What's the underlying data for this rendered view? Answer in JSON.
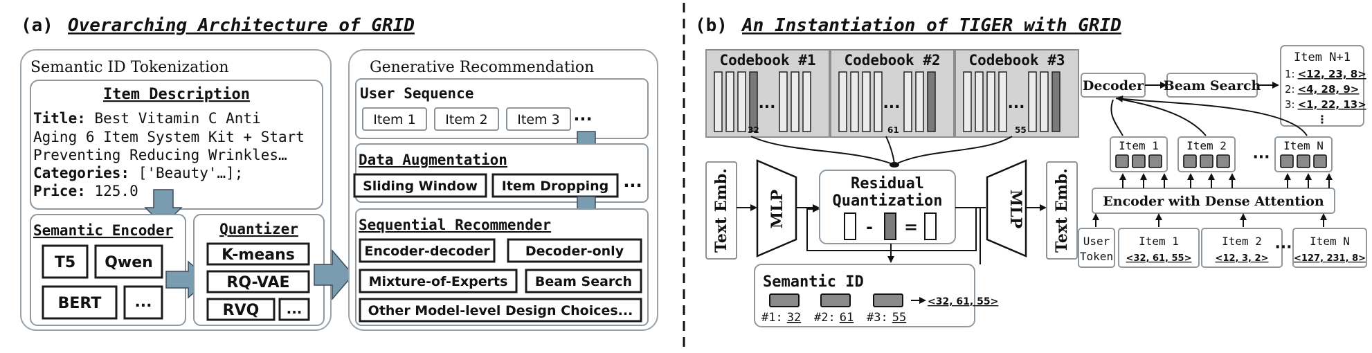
{
  "left": {
    "label": "(a)",
    "title": "Overarching Architecture of GRID",
    "tokenization": {
      "title": "Semantic ID Tokenization",
      "item_description": {
        "title": "Item Description",
        "title_key": "Title:",
        "title_line1": " Best Vitamin C Anti",
        "title_line2": "Aging 6 Item System Kit + Start",
        "title_line3": "Preventing Reducing Wrinkles…",
        "categories_key": "Categories:",
        "categories_val": " ['Beauty'…];",
        "price_key": "Price:",
        "price_val": " 125.0"
      },
      "semantic_encoder": {
        "title": "Semantic Encoder",
        "items": [
          "T5",
          "Qwen",
          "BERT",
          "..."
        ]
      },
      "quantizer": {
        "title": "Quantizer",
        "items": [
          "K-means",
          "RQ-VAE",
          "RVQ",
          "..."
        ]
      }
    },
    "generative": {
      "title": "Generative Recommendation",
      "user_sequence": {
        "title": "User Sequence",
        "items": [
          "Item 1",
          "Item 2",
          "Item 3"
        ],
        "ellipsis": "···"
      },
      "data_augmentation": {
        "title": "Data Augmentation",
        "items": [
          "Sliding Window",
          "Item Dropping"
        ],
        "ellipsis": "···"
      },
      "sequential_recommender": {
        "title": "Sequential Recommender",
        "items": [
          "Encoder-decoder",
          "Decoder-only",
          "Mixture-of-Experts",
          "Beam Search",
          "Other Model-level Design Choices..."
        ]
      }
    }
  },
  "right": {
    "label": "(b)",
    "title": "An Instantiation of TIGER with GRID",
    "codebooks": [
      {
        "label": "Codebook #1",
        "index": "32"
      },
      {
        "label": "Codebook #2",
        "index": "61"
      },
      {
        "label": "Codebook #3",
        "index": "55"
      }
    ],
    "codebook_dots": "...",
    "text_emb": "Text Emb.",
    "mlp": "MLP",
    "residual": {
      "line1": "Residual",
      "line2": "Quantization",
      "minus": "-",
      "equals": "="
    },
    "semantic_id": {
      "title": "Semantic ID",
      "parts": [
        {
          "key": "#1:",
          "val": "32"
        },
        {
          "key": "#2:",
          "val": "61"
        },
        {
          "key": "#3:",
          "val": "55"
        }
      ],
      "result": "<32, 61, 55>"
    },
    "decoder": "Decoder",
    "beam_search": "Beam Search",
    "output": {
      "title": "Item N+1",
      "rows": [
        {
          "key": "1:",
          "val": "<12, 23, 8>"
        },
        {
          "key": "2:",
          "val": "<4, 28, 9>"
        },
        {
          "key": "3:",
          "val": "<1, 22, 13>"
        }
      ],
      "more": "⋮"
    },
    "tokens": {
      "items": [
        "Item 1",
        "Item 2",
        "Item N"
      ],
      "dots": "···"
    },
    "encoder": "Encoder with Dense Attention",
    "inputs": {
      "user_token_1": "User",
      "user_token_2": "Token",
      "items": [
        {
          "name": "Item 1",
          "sid": "<32, 61, 55>"
        },
        {
          "name": "Item 2",
          "sid": "<12, 3, 2>"
        },
        {
          "name": "Item N",
          "sid": "<127, 231, 8>"
        }
      ],
      "dots": "···"
    }
  }
}
